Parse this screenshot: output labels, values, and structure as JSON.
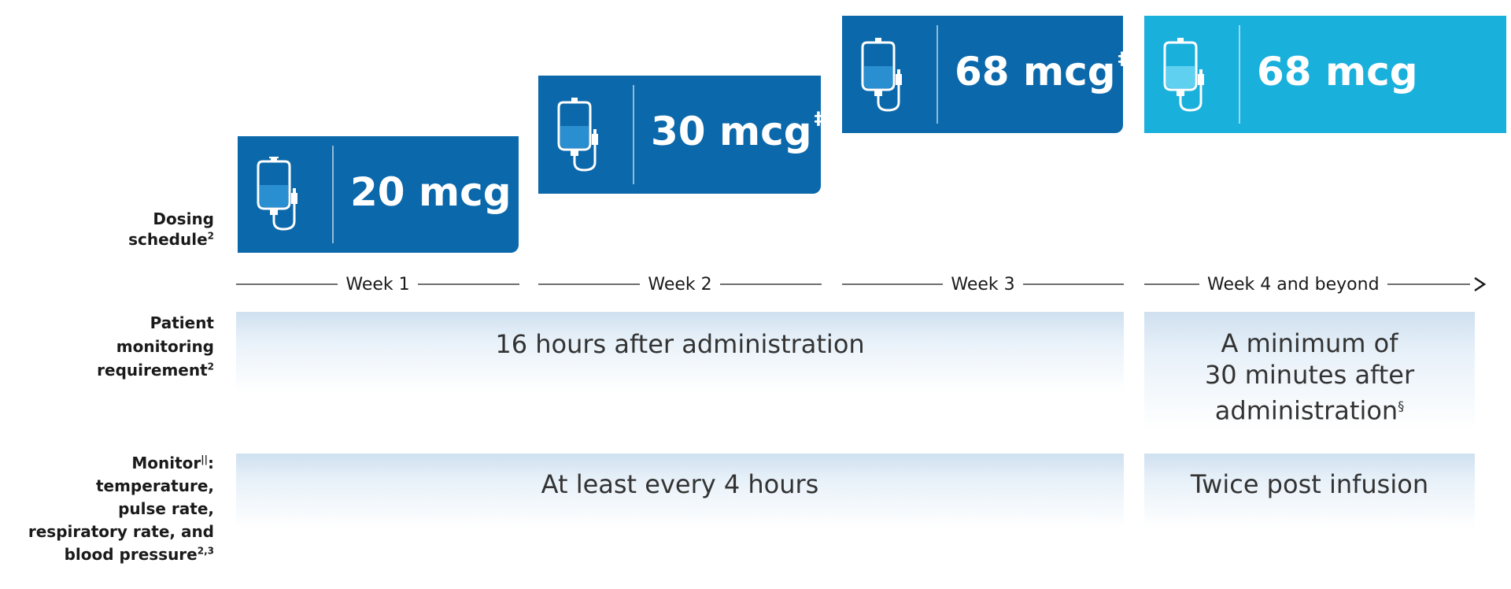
{
  "labels": {
    "dosing": {
      "text": "Dosing\nschedule",
      "sup": "2"
    },
    "patient": {
      "text": "Patient\nmonitoring\nrequirement",
      "sup": "2"
    },
    "monitor": {
      "first": "Monitor",
      "first_sup": "||",
      "rest": ":\ntemperature,\npulse rate,\nrespiratory rate, and\nblood pressure",
      "sup": "2,3"
    }
  },
  "doses": [
    {
      "amount": "20 mcg",
      "mark": ""
    },
    {
      "amount": "30 mcg",
      "mark": "‡"
    },
    {
      "amount": "68 mcg",
      "mark": "‡"
    },
    {
      "amount": "68 mcg",
      "mark": ""
    }
  ],
  "weeks": [
    "Week 1",
    "Week 2",
    "Week 3",
    "Week 4 and beyond"
  ],
  "patient_monitoring": {
    "weeks_1_3": "16 hours after administration",
    "week_4_plus": {
      "text": "A minimum of\n30 minutes after\nadministration",
      "mark": "§"
    }
  },
  "vitals_monitoring": {
    "weeks_1_3": "At least every 4 hours",
    "week_4_plus": "Twice post infusion"
  },
  "colors": {
    "dose_box": "#0b68aa",
    "final_dose_box": "#1ab0dc",
    "band_top": "#cfe0ef",
    "timeline": "#6e6e6e"
  },
  "icons": [
    "iv-bag-icon",
    "iv-bag-icon",
    "iv-bag-icon",
    "iv-bag-icon"
  ]
}
